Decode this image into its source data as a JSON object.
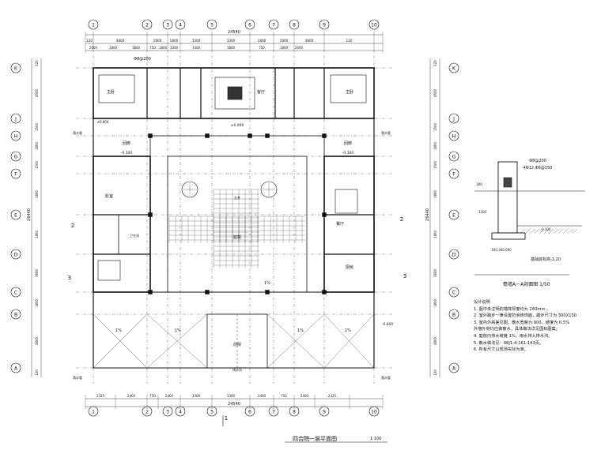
{
  "drawing": {
    "title": "四合院一层平面图",
    "scale": "1:100",
    "total_width": "24540",
    "total_depth": "26440",
    "top_dims_row1": [
      "120",
      "4800",
      "1800",
      "1800",
      "3300",
      "3300",
      "1800",
      "1800",
      "4800",
      "120"
    ],
    "top_dims_row2": [
      "2000",
      "1800",
      "1800",
      "750",
      "1800",
      "3300",
      "3300",
      "1800",
      "750",
      "1800",
      "2000"
    ],
    "bottom_dims": [
      "2325",
      "2400",
      "750",
      "2400",
      "3300",
      "3300",
      "2400",
      "750",
      "2400",
      "2325"
    ],
    "left_dims": [
      "120",
      "4500",
      "1500",
      "1800",
      "1500",
      "1800",
      "1800",
      "3600",
      "1800",
      "4800",
      "120"
    ],
    "col_axes": [
      "1",
      "2",
      "3",
      "4",
      "5",
      "6",
      "7",
      "8",
      "9",
      "10"
    ],
    "row_axes": [
      "K",
      "J",
      "H",
      "G",
      "F",
      "E",
      "D",
      "C",
      "B",
      "A"
    ],
    "section_marks": [
      "1",
      "2",
      "3"
    ]
  },
  "rooms": {
    "master_bed": "主卧",
    "master_bed2": "主卧",
    "living": "客厅",
    "corridor_l": "回廊",
    "corridor_r": "回廊",
    "courtyard": "庭院",
    "yard": "前院",
    "bedroom": "卧室",
    "kitchen": "厨房",
    "dining": "餐厅",
    "bath": "卫生间",
    "court_center": "天井"
  },
  "levels": {
    "indoor": "±0.000",
    "corridor": "-0.300",
    "outdoor": "-0.600",
    "slope": "1%"
  },
  "labels": {
    "downpipe": "落水管",
    "gutter": "排水沟",
    "rebar_top": "Φ8@200",
    "rebar_1": "4Φ12,Φ6@150",
    "rebar_2": "Φ8@200",
    "section_label": "基础底标高-1.20",
    "section_dims": "100,360,600"
  },
  "section": {
    "title": "檐墙A－A剖面图",
    "scale": "1/50",
    "marks": [
      "1300",
      "300",
      "-0.300"
    ]
  },
  "notes": {
    "heading": "设计说明",
    "line1": "1. 图中未注明的墙体厚度均为 240mm 。",
    "line2": "2. 室外踏步一律设置防滑砖饰面，踏步尺寸为 300X150",
    "line3": "3. 室内外高差见图，散水宽度为 900，坡度为 0.5%",
    "line4": "   外墙外侧均应做散水，具体做法详见国标图集。",
    "line5": "4. 庭院内排水坡度 1%，雨水排入排水沟。",
    "line6": "5. 散水做法见：98J1-4-161-163页。",
    "line7": "6. 所有尺寸以现场实际为准。"
  }
}
